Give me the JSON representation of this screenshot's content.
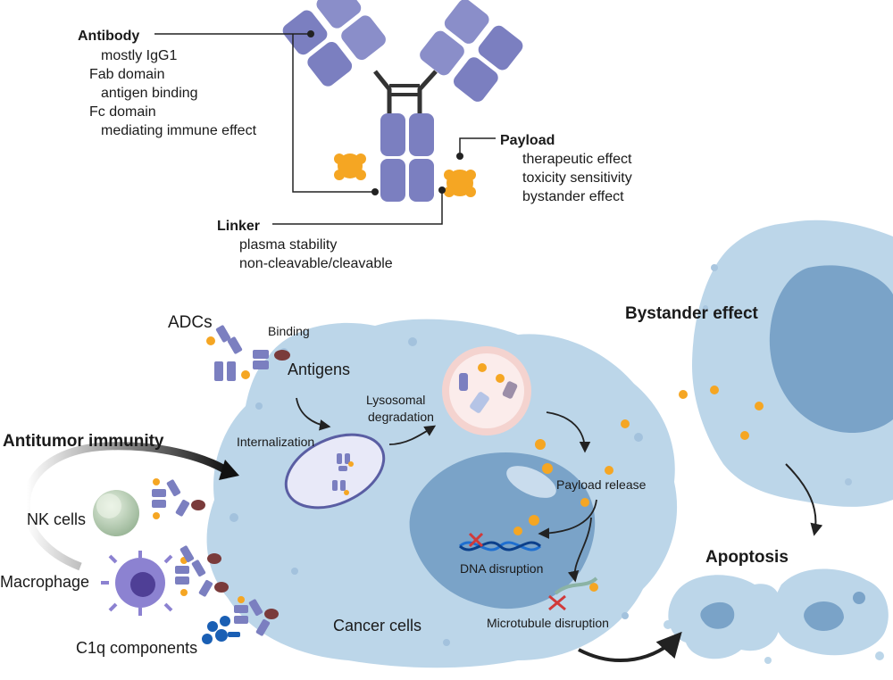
{
  "antibody": {
    "title": "Antibody",
    "lines": [
      "mostly IgG1",
      "Fab domain",
      "antigen binding",
      "Fc domain",
      "mediating immune effect"
    ]
  },
  "payload": {
    "title": "Payload",
    "lines": [
      "therapeutic effect",
      "toxicity sensitivity",
      "bystander effect"
    ]
  },
  "linker": {
    "title": "Linker",
    "lines": [
      "plasma stability",
      "non-cleavable/cleavable"
    ]
  },
  "mechanism": {
    "adcs": "ADCs",
    "binding": "Binding",
    "antigens": "Antigens",
    "internalization": "Internalization",
    "lysosomal_1": "Lysosomal",
    "lysosomal_2": "degradation",
    "payload_release": "Payload release",
    "dna_disruption": "DNA disruption",
    "microtubule_disruption": "Microtubule disruption",
    "cancer_cells": "Cancer cells"
  },
  "immunity": {
    "title": "Antitumor immunity",
    "nk_cells": "NK cells",
    "macrophage": "Macrophage",
    "c1q": "C1q components"
  },
  "bystander": {
    "title": "Bystander effect"
  },
  "apoptosis": {
    "title": "Apoptosis"
  },
  "colors": {
    "antibody": "#7b7fc0",
    "antibody_dark": "#5a5ea3",
    "payload": "#f5a623",
    "cell": "#bcd6e9",
    "nucleus": "#7aa3c8",
    "text": "#1a1a1a"
  }
}
